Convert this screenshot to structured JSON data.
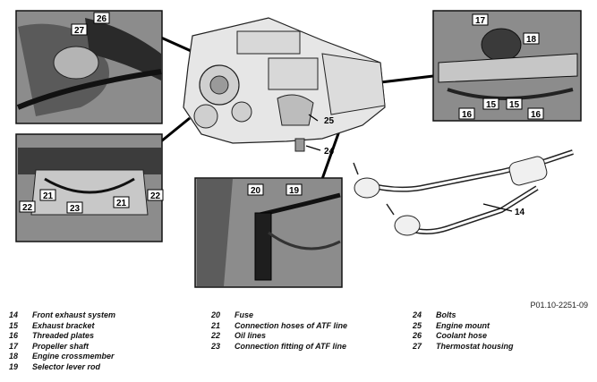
{
  "figure": {
    "reference_code": "P01.10-2251-09",
    "callouts": {
      "c14": "14",
      "c15a": "15",
      "c15b": "15",
      "c16a": "16",
      "c16b": "16",
      "c17": "17",
      "c18": "18",
      "c19": "19",
      "c20": "20",
      "c21a": "21",
      "c21b": "21",
      "c22a": "22",
      "c22b": "22",
      "c23": "23",
      "c24": "24",
      "c25": "25",
      "c26": "26",
      "c27": "27"
    }
  },
  "legend": {
    "col1": [
      {
        "num": "14",
        "text": "Front exhaust system"
      },
      {
        "num": "15",
        "text": "Exhaust bracket"
      },
      {
        "num": "16",
        "text": "Threaded plates"
      },
      {
        "num": "17",
        "text": "Propeller shaft"
      },
      {
        "num": "18",
        "text": "Engine crossmember"
      },
      {
        "num": "19",
        "text": "Selector lever rod"
      }
    ],
    "col2": [
      {
        "num": "20",
        "text": "Fuse"
      },
      {
        "num": "21",
        "text": "Connection hoses of ATF line"
      },
      {
        "num": "22",
        "text": "Oil lines"
      },
      {
        "num": "23",
        "text": "Connection fitting of ATF line"
      }
    ],
    "col3": [
      {
        "num": "24",
        "text": "Bolts"
      },
      {
        "num": "25",
        "text": "Engine mount"
      },
      {
        "num": "26",
        "text": "Coolant hose"
      },
      {
        "num": "27",
        "text": "Thermostat housing"
      }
    ]
  }
}
